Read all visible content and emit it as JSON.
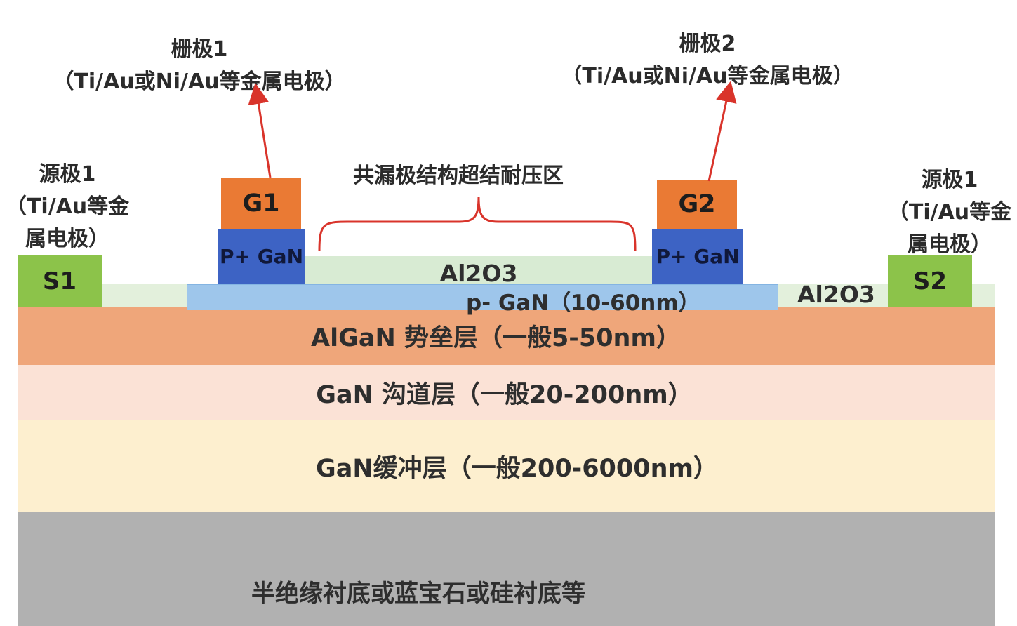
{
  "gate1": {
    "title": "栅极1",
    "note": "（Ti/Au或Ni/Au等金属电极）",
    "block": "G1",
    "pgan": "P+ GaN"
  },
  "gate2": {
    "title": "栅极2",
    "note": "（Ti/Au或Ni/Au等金属电极）",
    "block": "G2",
    "pgan": "P+ GaN"
  },
  "source_left": {
    "title": "源极1",
    "note_line1": "（Ti/Au等金",
    "note_line2": "属电极）",
    "block": "S1"
  },
  "source_right": {
    "title": "源极1",
    "note_line1": "（Ti/Au等金",
    "note_line2": "属电极）",
    "block": "S2"
  },
  "superjunction_label": "共漏极结构超结耐压区",
  "layers": {
    "al2o3_center": "Al2O3",
    "al2o3_right": "Al2O3",
    "p_gan": "p- GaN（10-60nm）",
    "barrier": "AlGaN 势垒层（一般5-50nm）",
    "channel": "GaN 沟道层（一般20-200nm）",
    "buffer": "GaN缓冲层（一般200-6000nm）",
    "substrate": "半绝缘衬底或蓝宝石或硅衬底等"
  },
  "colors": {
    "arrow": "#d9342b",
    "brace": "#d9342b",
    "gate": "#ea7a34",
    "source": "#8cc34a",
    "p_plus_gan": "#3d63c4",
    "p_minus_gan": "#9ec6eb",
    "al2o3": "#d8ebd3",
    "barrier": "#efa67a",
    "channel": "#fbe2d6",
    "buffer": "#fdefcf",
    "substrate": "#b1b1b1"
  }
}
